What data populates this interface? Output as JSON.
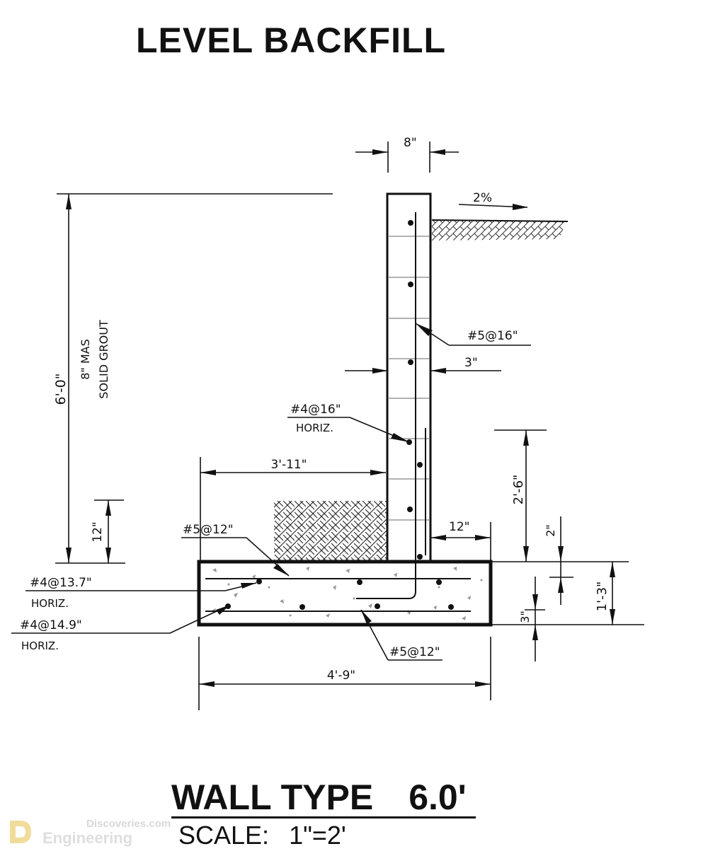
{
  "title": "LEVEL BACKFILL",
  "wall_title": {
    "left": "WALL TYPE",
    "right": "6.0'"
  },
  "scale": {
    "label": "SCALE:",
    "value": "1\"=2'"
  },
  "watermark": {
    "top": "Discoveries.com",
    "bottom": "Engineering"
  },
  "dimensions": {
    "wall_thickness": "8\"",
    "slope": "2%",
    "wall_height": "6'-0\"",
    "wall_note_line1": "8\" MAS",
    "wall_note_line2": "SOLID GROUT",
    "cover": "3\"",
    "toe_length": "3'-11\"",
    "toe_depth": "12\"",
    "heel_length": "12\"",
    "grade_height": "2'-6\"",
    "top_cover": "2\"",
    "footing_depth": "1'-3\"",
    "bottom_cover": "3\"",
    "footing_width": "4'-9\""
  },
  "rebar": {
    "vertical": "#5@16\"",
    "horizontal_wall": "#4@16\"",
    "horizontal_wall_note": "HORIZ.",
    "footing_top": "#5@12\"",
    "footing_horiz_1": "#4@13.7\"",
    "footing_horiz_1_note": "HORIZ.",
    "footing_horiz_2": "#4@14.9\"",
    "footing_horiz_2_note": "HORIZ.",
    "footing_bottom": "#5@12\""
  }
}
